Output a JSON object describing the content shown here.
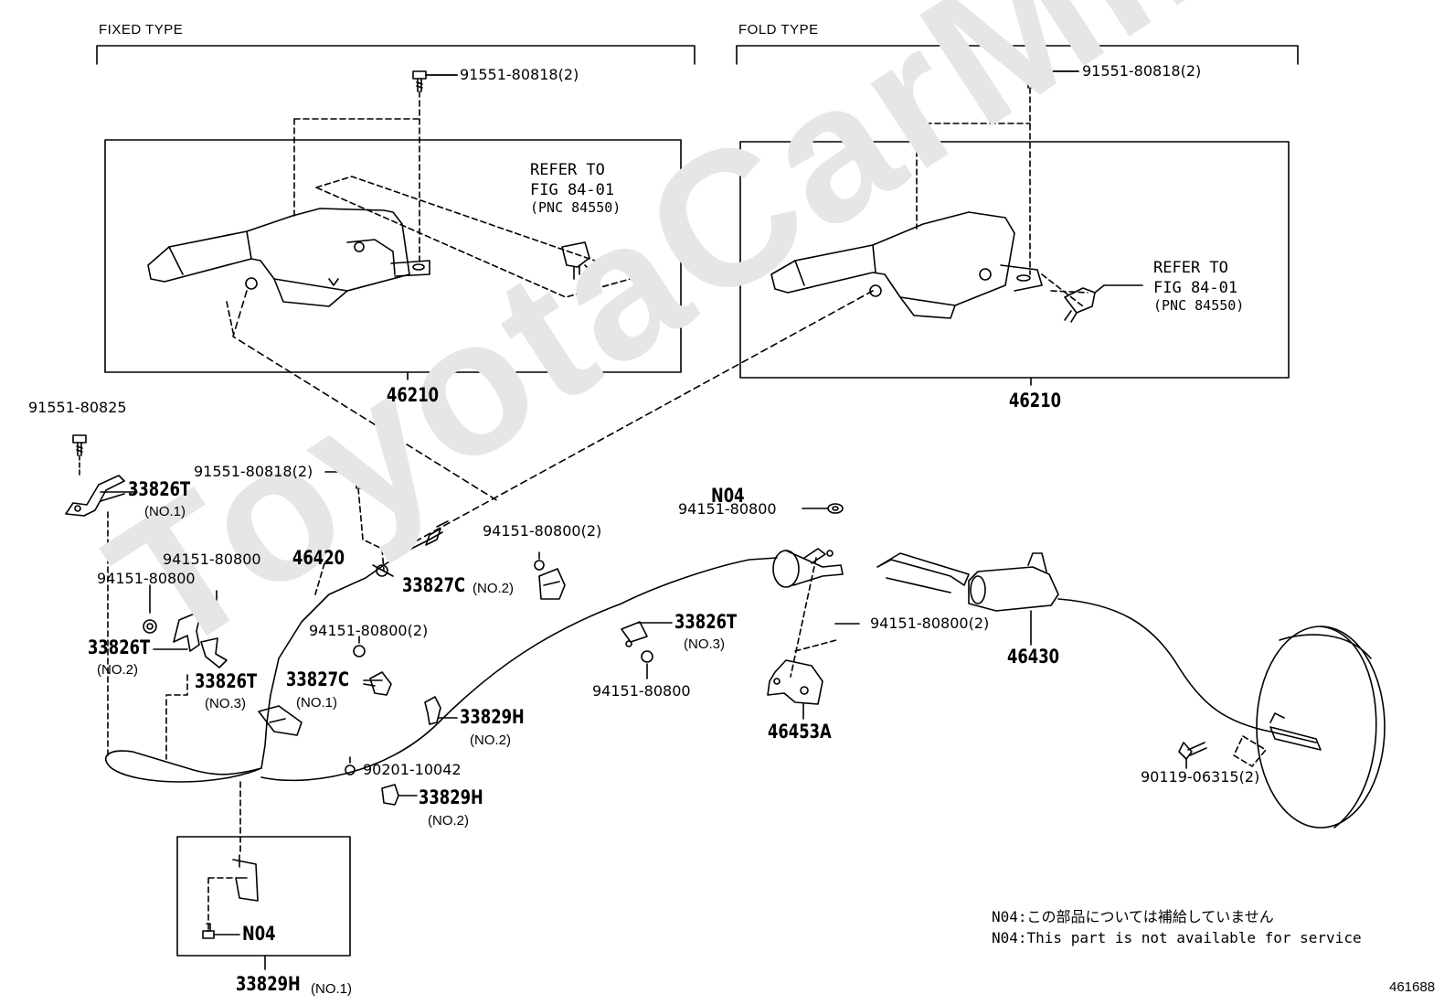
{
  "watermark": "ToyotaCarMine.ru",
  "sections": {
    "fixed": "FIXED TYPE",
    "fold": "FOLD TYPE"
  },
  "labels": {
    "bolt_fixed": "91551-80818(2)",
    "bolt_fold": "91551-80818(2)",
    "refer_fixed_1": "REFER TO",
    "refer_fixed_2": "FIG 84-01",
    "refer_fixed_3": "(PNC 84550)",
    "refer_fold_1": "REFER TO",
    "refer_fold_2": "FIG 84-01",
    "refer_fold_3": "(PNC 84550)",
    "lever_fixed": "46210",
    "lever_fold": "46210",
    "bolt_80825": "91551-80825",
    "bracket_33826t_no1": "33826T",
    "bracket_33826t_no1_sub": "(NO.1)",
    "bolt_cable": "91551-80818(2)",
    "cable_46420": "46420",
    "n04_top": "N04",
    "nut_n04": "94151-80800",
    "nut_2a": "94151-80800(2)",
    "nut_a": "94151-80800",
    "nut_b": "94151-80800",
    "clamp_33827c_no2": "33827C",
    "clamp_33827c_no2_sub": "(NO.2)",
    "bracket_33826t_no3_right": "33826T",
    "bracket_33826t_no3_right_sub": "(NO.3)",
    "bracket_33826t_no2": "33826T",
    "bracket_33826t_no2_sub": "(NO.2)",
    "bracket_33826t_no3_left": "33826T",
    "bracket_33826t_no3_left_sub": "(NO.3)",
    "nut_2b": "94151-80800(2)",
    "clamp_33827c_no1": "33827C",
    "clamp_33827c_no1_sub": "(NO.1)",
    "clip_33829h_no2a": "33829H",
    "clip_33829h_no2a_sub": "(NO.2)",
    "nut_c": "94151-80800",
    "screw_90201": "90201-10042",
    "clip_33829h_no2b": "33829H",
    "clip_33829h_no2b_sub": "(NO.2)",
    "nut_2c": "94151-80800(2)",
    "cable_46430": "46430",
    "bracket_46453a": "46453A",
    "bolt_90119": "90119-06315(2)",
    "n04_box": "N04",
    "clip_33829h_no1": "33829H",
    "clip_33829h_no1_sub": "(NO.1)"
  },
  "notes": [
    "N04:この部品については補給していません",
    "N04:This part is not available for service"
  ],
  "figure_number": "461688"
}
